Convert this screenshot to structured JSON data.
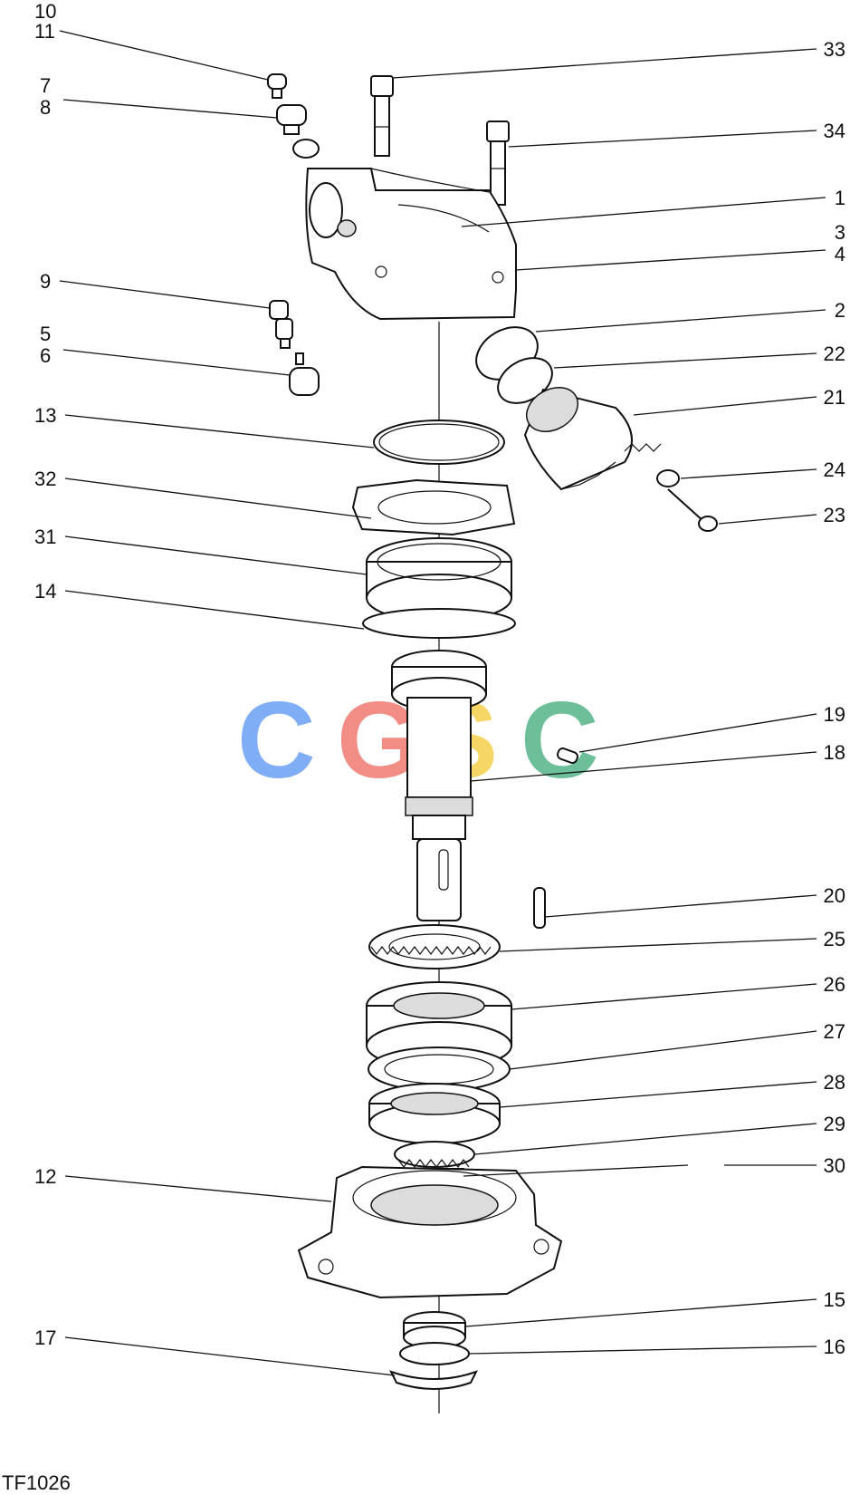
{
  "figure_id": "TF1026",
  "watermark": {
    "letters": [
      "C",
      "G",
      "S",
      "C"
    ],
    "colors": [
      "#6aa0f5",
      "#f07a72",
      "#f5d04a",
      "#54b488"
    ]
  },
  "callouts_left": [
    "10",
    "11",
    "7",
    "8",
    "9",
    "5",
    "6",
    "13",
    "32",
    "31",
    "14",
    "12",
    "17"
  ],
  "callouts_right": [
    "33",
    "34",
    "1",
    "3",
    "4",
    "2",
    "22",
    "21",
    "24",
    "23",
    "19",
    "18",
    "20",
    "25",
    "26",
    "27",
    "28",
    "29",
    "30",
    "15",
    "16"
  ],
  "line_color": "#111111"
}
